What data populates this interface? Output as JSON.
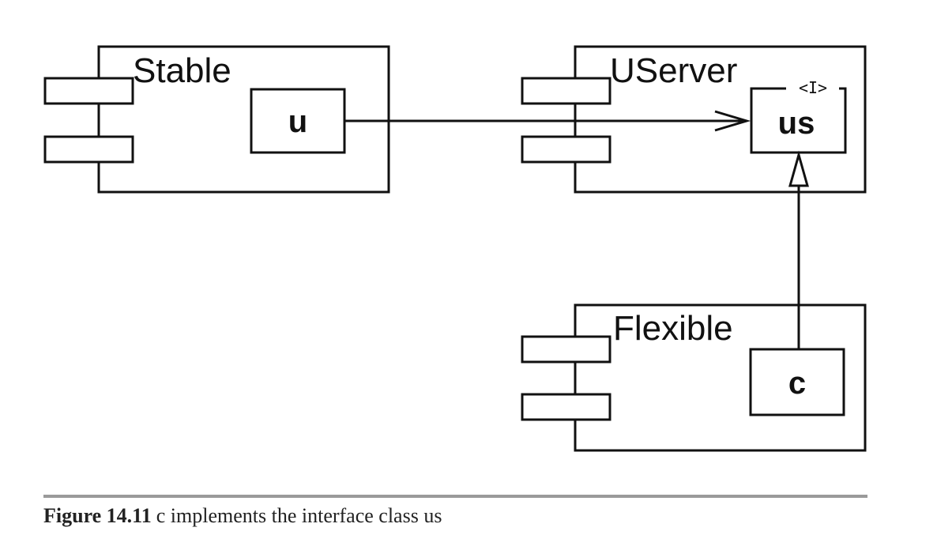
{
  "diagram": {
    "components": {
      "stable": {
        "title": "Stable",
        "class_label": "u"
      },
      "userver": {
        "title": "UServer",
        "class_label": "us",
        "stereotype": "<I>"
      },
      "flexible": {
        "title": "Flexible",
        "class_label": "c"
      }
    }
  },
  "caption": {
    "number": "Figure 14.11",
    "text": "c implements the interface class us"
  }
}
